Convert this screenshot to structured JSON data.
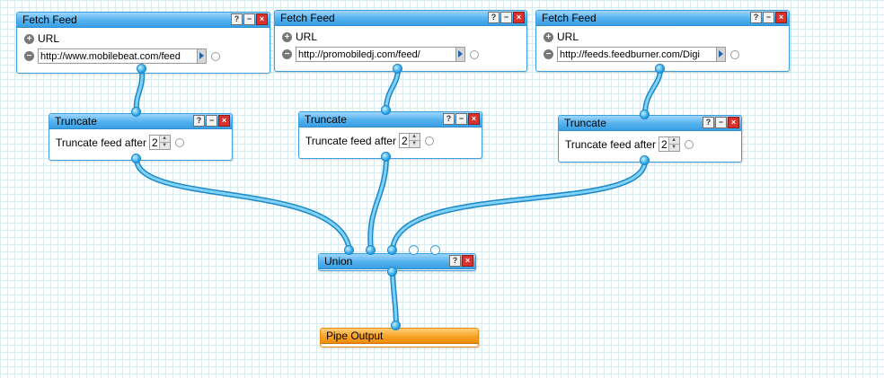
{
  "fetch_feeds": [
    {
      "title": "Fetch Feed",
      "url_label": "URL",
      "url_value": "http://www.mobilebeat.com/feed"
    },
    {
      "title": "Fetch Feed",
      "url_label": "URL",
      "url_value": "http://promobiledj.com/feed/"
    },
    {
      "title": "Fetch Feed",
      "url_label": "URL",
      "url_value": "http://feeds.feedburner.com/Digi"
    }
  ],
  "truncates": [
    {
      "title": "Truncate",
      "label": "Truncate feed after",
      "value": "2"
    },
    {
      "title": "Truncate",
      "label": "Truncate feed after",
      "value": "2"
    },
    {
      "title": "Truncate",
      "label": "Truncate feed after",
      "value": "2"
    }
  ],
  "union": {
    "title": "Union"
  },
  "output": {
    "title": "Pipe Output"
  },
  "window_buttons": {
    "help": "?",
    "minimize": "−",
    "close": "×"
  },
  "signs": {
    "add": "+",
    "remove": "−"
  },
  "colors": {
    "module_blue": "#52b1ee",
    "wire": "#3cb4ef",
    "output_orange": "#f7a326",
    "close_red": "#d9322c"
  }
}
